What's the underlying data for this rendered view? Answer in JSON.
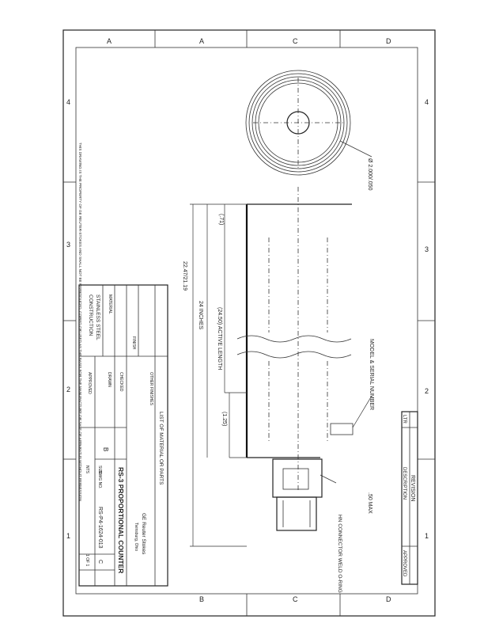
{
  "border": {
    "zones_top": [
      "A",
      "A",
      "C",
      "D"
    ],
    "zones_bottom": [
      "B",
      "C",
      "D"
    ],
    "zones_left": [
      "4",
      "3",
      "2",
      "1"
    ],
    "zones_right": [
      "4",
      "3",
      "2",
      "1"
    ]
  },
  "drawing": {
    "diameter_label": "Ø 2.000/.050",
    "overall_length": "22.47/21.19",
    "length_inch": "24 INCHES",
    "active_length": "(24.50) ACTIVE LENGTH",
    "dim_small_top": "(.71)",
    "dim_small_bottom": "(1.25)",
    "model_serial": "MODEL & SERIAL NUMBER",
    "max_label": ".50 MAX",
    "connector_note": "HN CONNECTOR WELD O-RING"
  },
  "revision_block": {
    "title": "REVISION",
    "ltr": "LTR",
    "description": "DESCRIPTION",
    "approved": "APPROVED"
  },
  "title_block": {
    "list_of_materials": "LIST OF MATERIAL OR PARTS",
    "company": "GE Reuter Stokes",
    "company_sub": "Twinsburg, Ohio",
    "title": "RS-3 PROPORTIONAL COUNTER",
    "dwg_no": "RS-P4-1624-013",
    "size": "B",
    "rev": "C",
    "scale": "NTS",
    "sheet": "1 OF 1",
    "finish_label": "FINISH",
    "construction_1": "STAINLESS STEEL",
    "construction_2": "CONSTRUCTION",
    "other_finishes": "OTHER FINISHES",
    "checked": "CHECKED",
    "drawn": "DRAWN",
    "approved": "APPROVED",
    "material": "MATERIAL",
    "size_label": "SIZE",
    "dwg_label": "DWG NO."
  },
  "notes": {
    "proprietary": "THIS DRAWING IS THE PROPERTY OF GE REUTER-STOKES AND SHALL NOT BE REPRODUCED, COPIED OR USED AS THE BASIS FOR THE MANUFACTURE OR SALE OF APPARATUS WITHOUT PERMISSION."
  }
}
